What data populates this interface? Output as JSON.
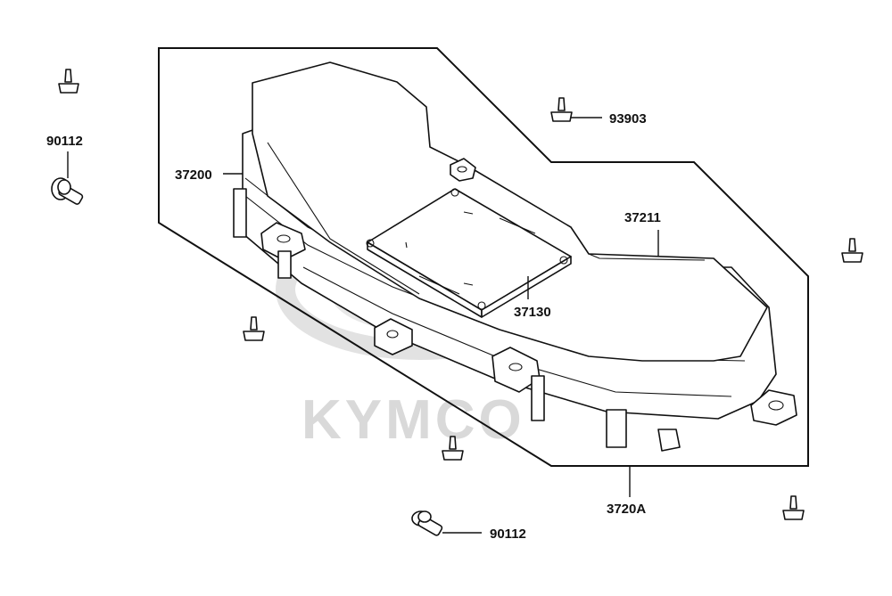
{
  "diagram": {
    "watermark": "KYMCO",
    "parts": [
      {
        "id": "p90112a",
        "label": "90112"
      },
      {
        "id": "p37200",
        "label": "37200"
      },
      {
        "id": "p93903",
        "label": "93903"
      },
      {
        "id": "p37211",
        "label": "37211"
      },
      {
        "id": "p37130",
        "label": "37130"
      },
      {
        "id": "p3720A",
        "label": "3720A"
      },
      {
        "id": "p90112b",
        "label": "90112"
      }
    ]
  }
}
